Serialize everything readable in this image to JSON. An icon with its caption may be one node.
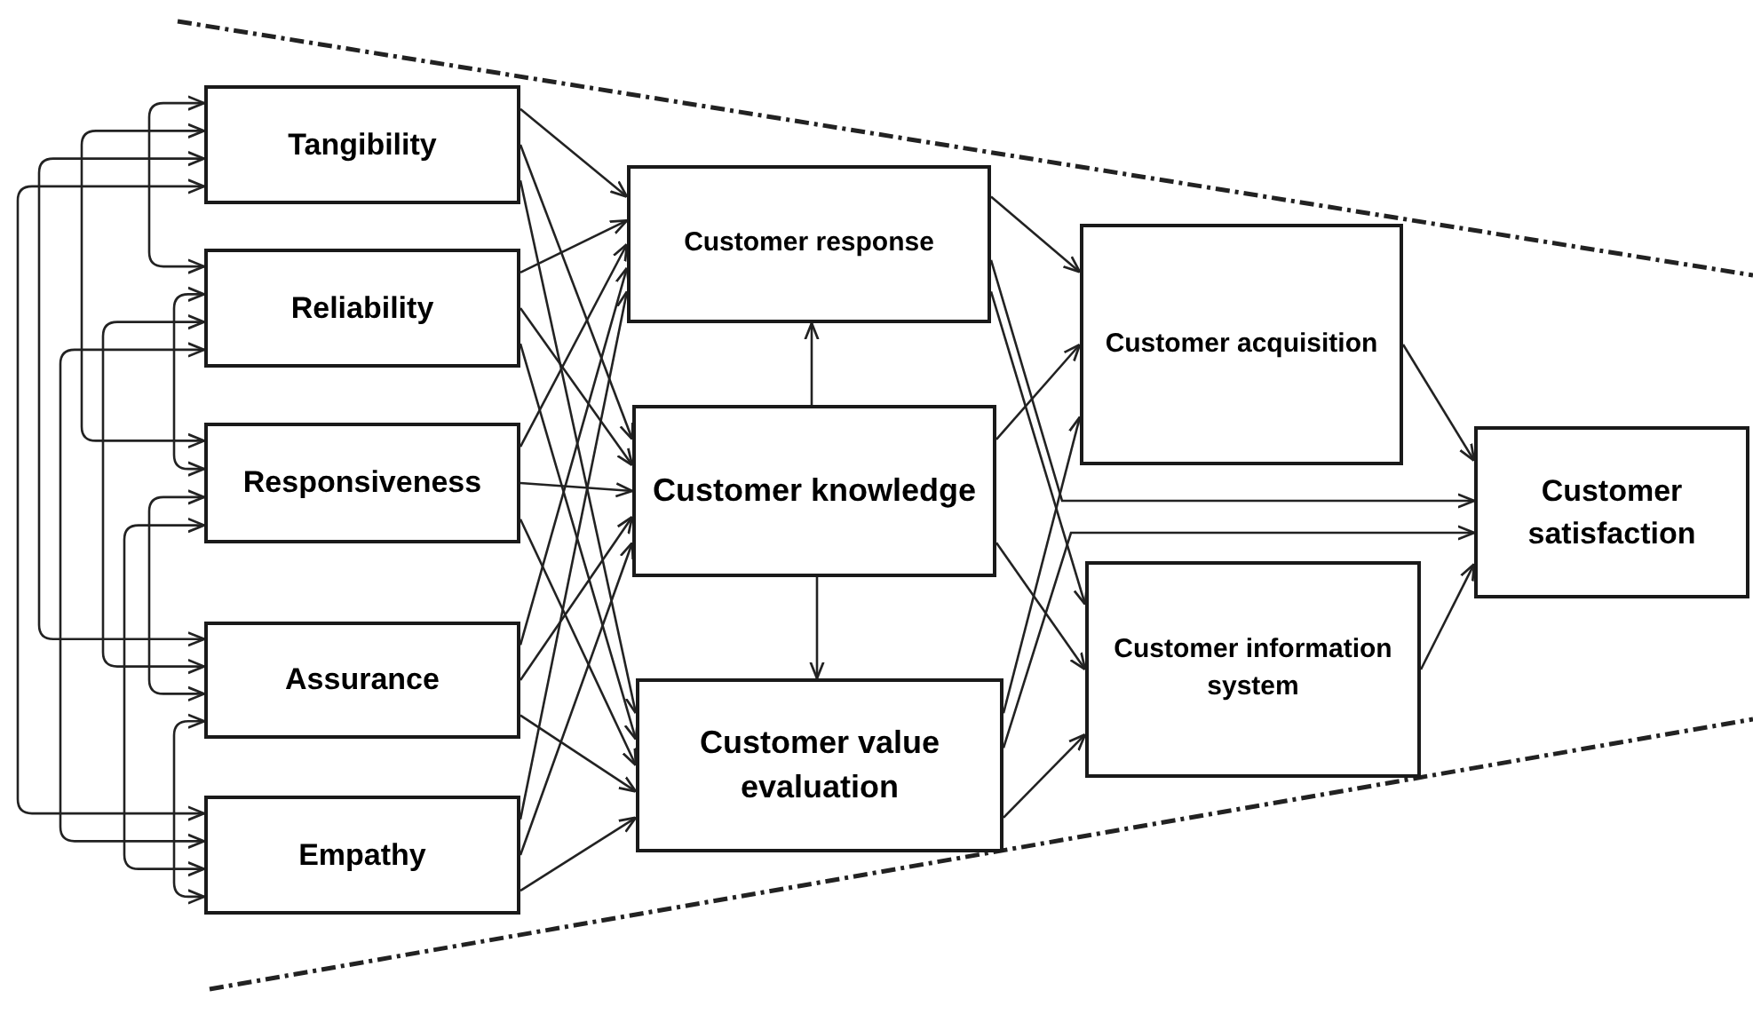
{
  "diagram": {
    "nodes": [
      {
        "text": [
          "Tangibility"
        ]
      },
      {
        "text": [
          "Reliability"
        ]
      },
      {
        "text": [
          "Responsiveness"
        ]
      },
      {
        "text": [
          "Assurance"
        ]
      },
      {
        "text": [
          "Empathy"
        ]
      },
      {
        "text": [
          "Customer response"
        ]
      },
      {
        "text": [
          "Customer knowledge"
        ]
      },
      {
        "text": [
          "Customer value evaluation"
        ]
      },
      {
        "text": [
          "Customer acquisition"
        ]
      },
      {
        "text": [
          "Customer information system"
        ]
      },
      {
        "text": [
          "Customer satisfaction"
        ]
      }
    ],
    "edges": [
      {
        "from": 0,
        "to": 4,
        "arrow": "both"
      },
      {
        "from": 0,
        "to": 3,
        "arrow": "both"
      },
      {
        "from": 1,
        "to": 4,
        "arrow": "both"
      },
      {
        "from": 0,
        "to": 2,
        "arrow": "both"
      },
      {
        "from": 1,
        "to": 3,
        "arrow": "both"
      },
      {
        "from": 2,
        "to": 4,
        "arrow": "both"
      },
      {
        "from": 0,
        "to": 1,
        "arrow": "both"
      },
      {
        "from": 2,
        "to": 3,
        "arrow": "both"
      },
      {
        "from": 1,
        "to": 2,
        "arrow": "both"
      },
      {
        "from": 3,
        "to": 4,
        "arrow": "both"
      },
      {
        "from": 0,
        "to": 5,
        "arrow": "to"
      },
      {
        "from": 0,
        "to": 6,
        "arrow": "to"
      },
      {
        "from": 0,
        "to": 7,
        "arrow": "to"
      },
      {
        "from": 1,
        "to": 5,
        "arrow": "to"
      },
      {
        "from": 1,
        "to": 6,
        "arrow": "to"
      },
      {
        "from": 1,
        "to": 7,
        "arrow": "to"
      },
      {
        "from": 2,
        "to": 5,
        "arrow": "to"
      },
      {
        "from": 2,
        "to": 6,
        "arrow": "to"
      },
      {
        "from": 2,
        "to": 7,
        "arrow": "to"
      },
      {
        "from": 3,
        "to": 5,
        "arrow": "to"
      },
      {
        "from": 3,
        "to": 6,
        "arrow": "to"
      },
      {
        "from": 3,
        "to": 7,
        "arrow": "to"
      },
      {
        "from": 4,
        "to": 5,
        "arrow": "to"
      },
      {
        "from": 4,
        "to": 6,
        "arrow": "to"
      },
      {
        "from": 4,
        "to": 7,
        "arrow": "to"
      },
      {
        "from": 6,
        "to": 5,
        "arrow": "to"
      },
      {
        "from": 6,
        "to": 7,
        "arrow": "to"
      },
      {
        "from": 5,
        "to": 8,
        "arrow": "to"
      },
      {
        "from": 5,
        "to": 9,
        "arrow": "to"
      },
      {
        "from": 6,
        "to": 8,
        "arrow": "to"
      },
      {
        "from": 6,
        "to": 9,
        "arrow": "to"
      },
      {
        "from": 7,
        "to": 8,
        "arrow": "to"
      },
      {
        "from": 7,
        "to": 9,
        "arrow": "to"
      },
      {
        "from": 5,
        "to": 10,
        "arrow": "to"
      },
      {
        "from": 7,
        "to": 10,
        "arrow": "to"
      },
      {
        "from": 8,
        "to": 10,
        "arrow": "to"
      },
      {
        "from": 9,
        "to": 10,
        "arrow": "to"
      }
    ]
  }
}
